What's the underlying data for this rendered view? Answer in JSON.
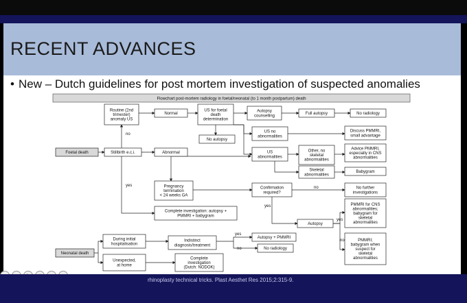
{
  "slide": {
    "title": "RECENT ADVANCES",
    "bullet": "New – Dutch guidelines for post mortem investigation of suspected anomalies",
    "caption": "rhinoplasty technical tricks. Plast Aesthet Res 2015;2:315-9."
  },
  "flowchart": {
    "header": "Flowchart post-mortem radiology in foetal/neonatal (to 1 month postpartum) death",
    "boxes": {
      "foetal_death": "Foetal death",
      "neonatal_death": "Neonatal death",
      "routine_us": [
        "Routine (2nd",
        "trimester)",
        "anomaly US"
      ],
      "stillbirth": "Stillbirth e.c.i.",
      "normal": "Normal",
      "abnormal": "Abnormal",
      "us_foetal": [
        "US for foetal",
        "death",
        "determination"
      ],
      "autopsy_counselling": [
        "Autopsy",
        "counselling"
      ],
      "full_autopsy": "Full autopsy",
      "no_radiology_top": "No radiology",
      "no_autopsy": "No autopsy",
      "us_no_abn": [
        "US no",
        "abnormalities"
      ],
      "us_abn": [
        "US",
        "abnormalities"
      ],
      "discuss_pmmri": [
        "Discuss PMMRI,",
        "small advantage"
      ],
      "other_no_skeletal": [
        "Other, no",
        "skeletal",
        "abnormalities"
      ],
      "advice_pmmri": [
        "Advice PMMRI,",
        "especially in CNS",
        "abnormalities"
      ],
      "skeletal_abn": [
        "Skeletal",
        "abnormalities"
      ],
      "babygram": "Babygram",
      "pregnancy_term": [
        "Pregnancy",
        "termination",
        "< 24 weeks GA"
      ],
      "confirmation": [
        "Confirmation",
        "required?"
      ],
      "no_further": [
        "No further",
        "investigations"
      ],
      "complete_inv": [
        "Complete investigation: autopsy +",
        "PMMRI + babygram"
      ],
      "autopsy": "Autopsy",
      "pmmri_cns": [
        "PMMRI for CNS",
        "abnormalities;",
        "babygram for",
        "skeletal",
        "abnormalities"
      ],
      "pmmri_babygram": [
        "PMMRI;",
        "babygram when",
        "suspect for",
        "skeletal",
        "abnormalities"
      ],
      "during_hosp": [
        "During initial",
        "hospitalisation"
      ],
      "indistinct": [
        "Indistinct",
        "diagnosis/treatment"
      ],
      "autopsy_pmmri": "Autopsy + PMMRI",
      "no_radiology_bottom": "No radiology",
      "unexpected": [
        "Unexpected,",
        "at home"
      ],
      "complete_nodok": [
        "Complete",
        "investigation",
        "(Dutch: NODOK)"
      ]
    },
    "labels": {
      "no1": "no",
      "yes1": "yes",
      "no2": "no",
      "yes2": "yes",
      "yes3": "yes",
      "no3": "no",
      "yes4": "yes",
      "no4": "no"
    }
  }
}
